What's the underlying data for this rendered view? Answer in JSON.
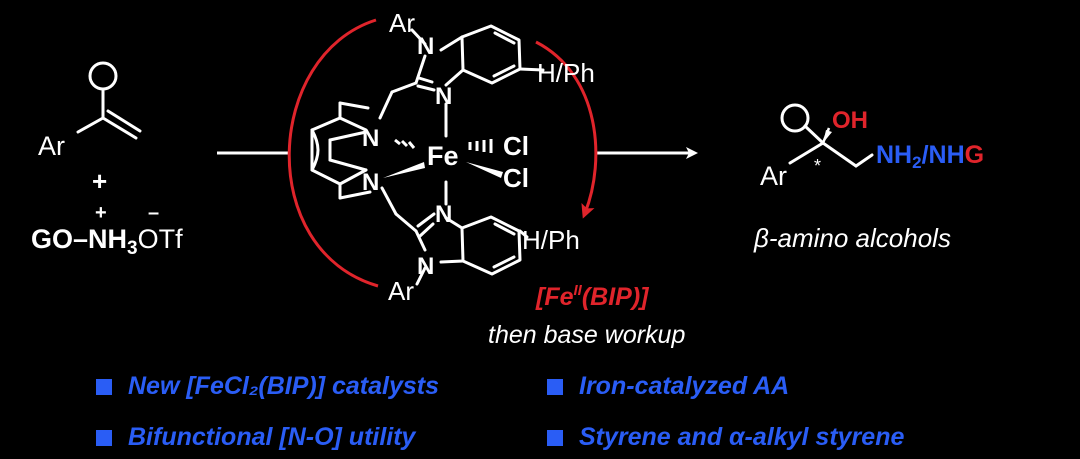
{
  "reactant": {
    "aryl_label": "Ar",
    "plus": "+",
    "charge_plus": "+",
    "charge_minus": "–",
    "reagent_prefix": "GO–NH",
    "reagent_sub": "3",
    "reagent_suffix": "OTf"
  },
  "catalyst": {
    "ar_top": "Ar",
    "ar_bottom": "Ar",
    "n_label": "N",
    "fe_label": "Fe",
    "cl_label": "Cl",
    "hph_top": "H/Ph",
    "hph_bottom": "H/Ph",
    "name_prefix": "[Fe",
    "name_oxidation": "II",
    "name_suffix": "(BIP)]",
    "workup": "then base workup"
  },
  "product": {
    "aryl_label": "Ar",
    "oh_label": "OH",
    "stereo_mark": "*",
    "amine_prefix": "NH",
    "amine_sub": "2",
    "amine_mid": "/NH",
    "amine_g": "G",
    "caption": "β-amino alcohols"
  },
  "bullets": [
    {
      "text": "New [FeCl₂(BIP)] catalysts"
    },
    {
      "text": "Iron-catalyzed AA"
    },
    {
      "text": "Bifunctional [N-O] utility"
    },
    {
      "text": "Styrene and α-alkyl styrene"
    }
  ],
  "colors": {
    "background": "#000000",
    "foreground": "#ffffff",
    "accent_red": "#e0242b",
    "accent_blue": "#2a5df5"
  }
}
